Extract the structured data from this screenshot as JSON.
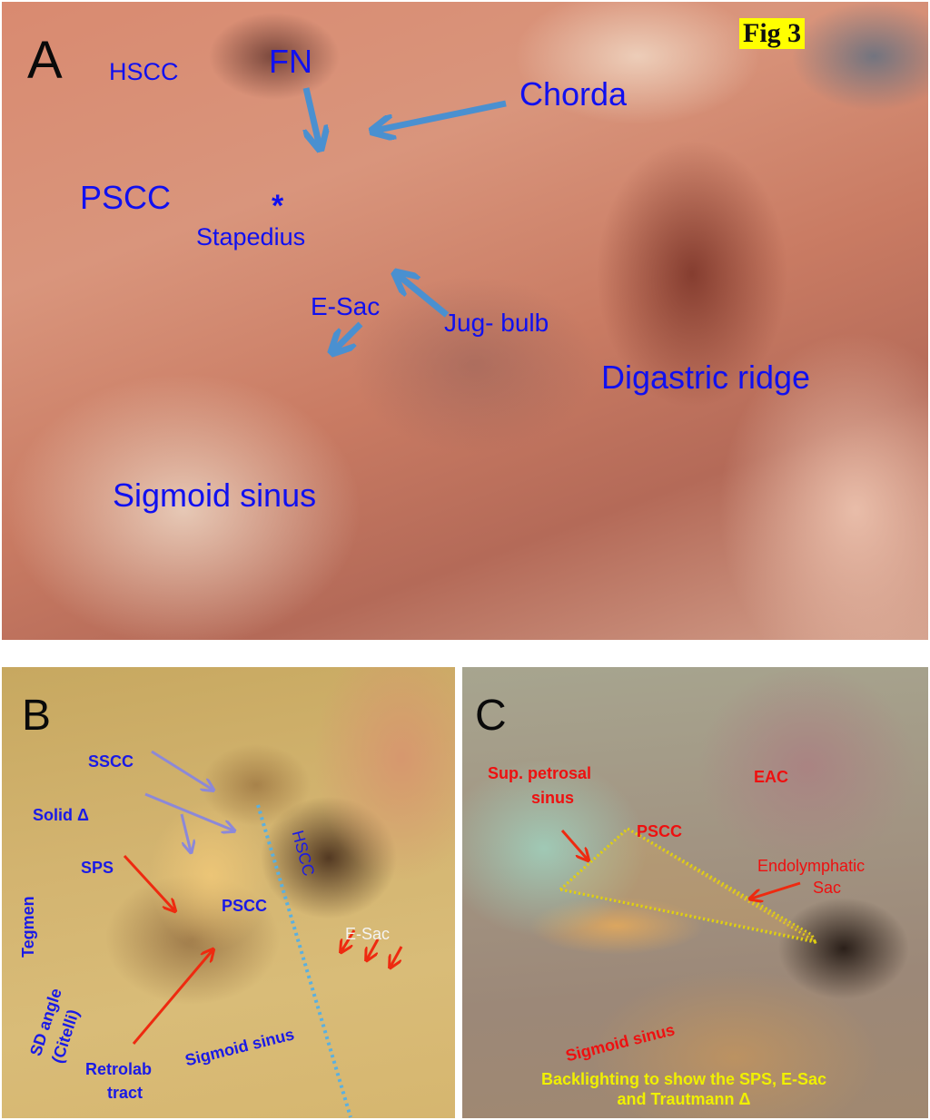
{
  "figure": {
    "badge": "Fig 3",
    "badge_color": "#ffff00"
  },
  "panel_a": {
    "letter": "A",
    "label_color": "#1010f0",
    "arrow_color": "#4a90d0",
    "labels": {
      "hscc": "HSCC",
      "fn": "FN",
      "chorda": "Chorda",
      "pscc": "PSCC",
      "asterisk": "*",
      "stapedius": "Stapedius",
      "e_sac": "E-Sac",
      "jug_bulb": "Jug- bulb",
      "digastric_ridge": "Digastric ridge",
      "sigmoid_sinus": "Sigmoid sinus"
    }
  },
  "panel_b": {
    "letter": "B",
    "label_color": "#1a1ae6",
    "labels": {
      "sscc": "SSCC",
      "solid_delta": "Solid Δ",
      "sps": "SPS",
      "tegmen": "Tegmen",
      "pscc": "PSCC",
      "hscc": "HSCC",
      "e_sac": "E-Sac",
      "sd_angle": "SD angle",
      "citelli": "(Citelli)",
      "sigmoid_sinus": "Sigmoid sinus",
      "retrolab_line1": "Retrolab",
      "retrolab_line2": "tract"
    }
  },
  "panel_c": {
    "letter": "C",
    "label_color": "#ee1010",
    "caption_color": "#f0f000",
    "labels": {
      "sup_petrosal_line1": "Sup. petrosal",
      "sup_petrosal_line2": "sinus",
      "eac": "EAC",
      "pscc": "PSCC",
      "endolymphatic_line1": "Endolymphatic",
      "endolymphatic_line2": "Sac",
      "sigmoid_sinus": "Sigmoid sinus"
    },
    "caption_line1": "Backlighting to show the SPS, E-Sac",
    "caption_line2": "and Trautmann Δ"
  }
}
